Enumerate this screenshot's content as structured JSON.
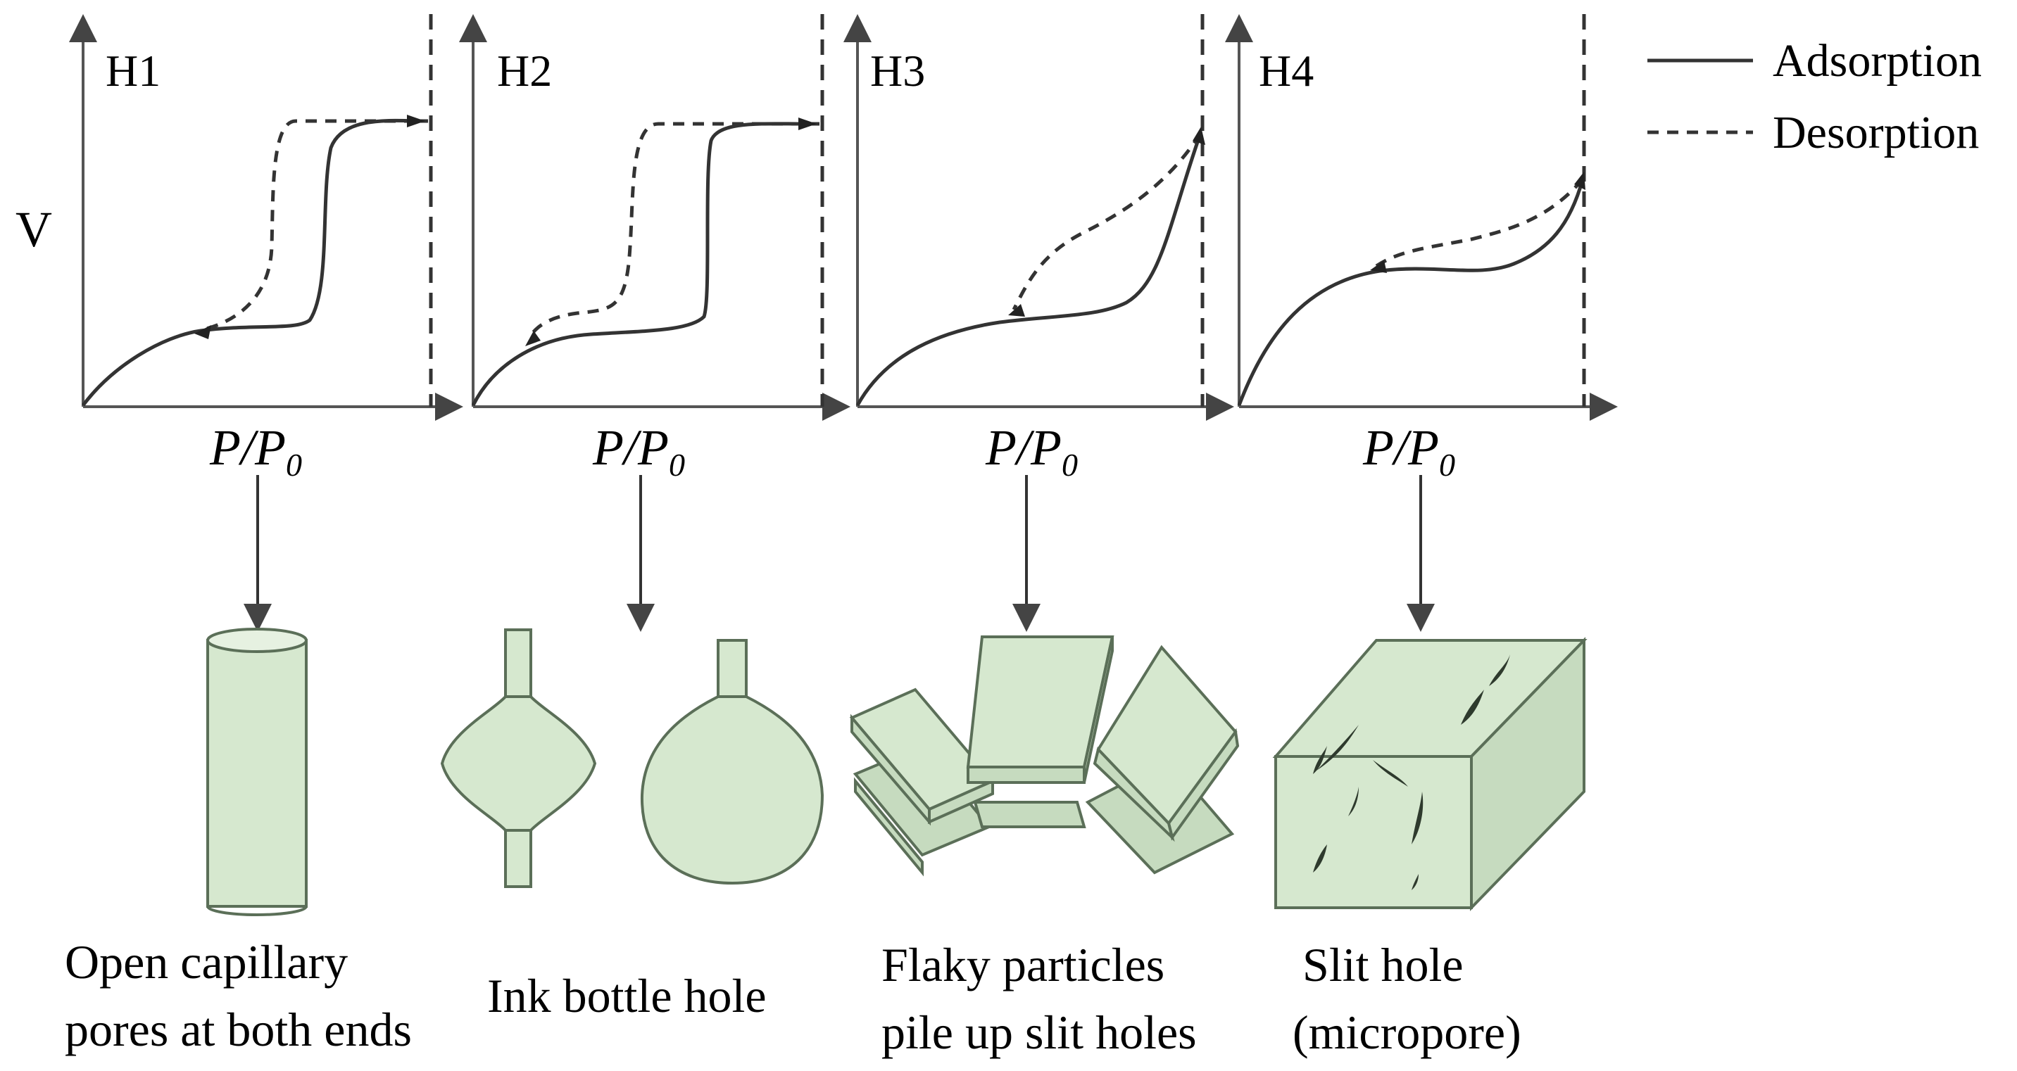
{
  "panels": [
    {
      "label": "H1",
      "x_label": "P/P",
      "x_sub": "0",
      "caption_lines": [
        "Open capillary",
        "pores at both ends"
      ]
    },
    {
      "label": "H2",
      "x_label": "P/P",
      "x_sub": "0",
      "caption_lines": [
        "Ink bottle hole"
      ]
    },
    {
      "label": "H3",
      "x_label": "P/P",
      "x_sub": "0",
      "caption_lines": [
        "Flaky particles",
        "pile up slit holes"
      ]
    },
    {
      "label": "H4",
      "x_label": "P/P",
      "x_sub": "0",
      "caption_lines": [
        "Slit hole",
        "(micropore)"
      ]
    }
  ],
  "y_axis_label": "V",
  "legend": [
    {
      "name": "Adsorption",
      "style": "solid"
    },
    {
      "name": "Desorption",
      "style": "dashed"
    }
  ],
  "colors": {
    "pore_fill": "#d6e8cf",
    "pore_stroke": "#5b6f58",
    "line": "#333333"
  }
}
